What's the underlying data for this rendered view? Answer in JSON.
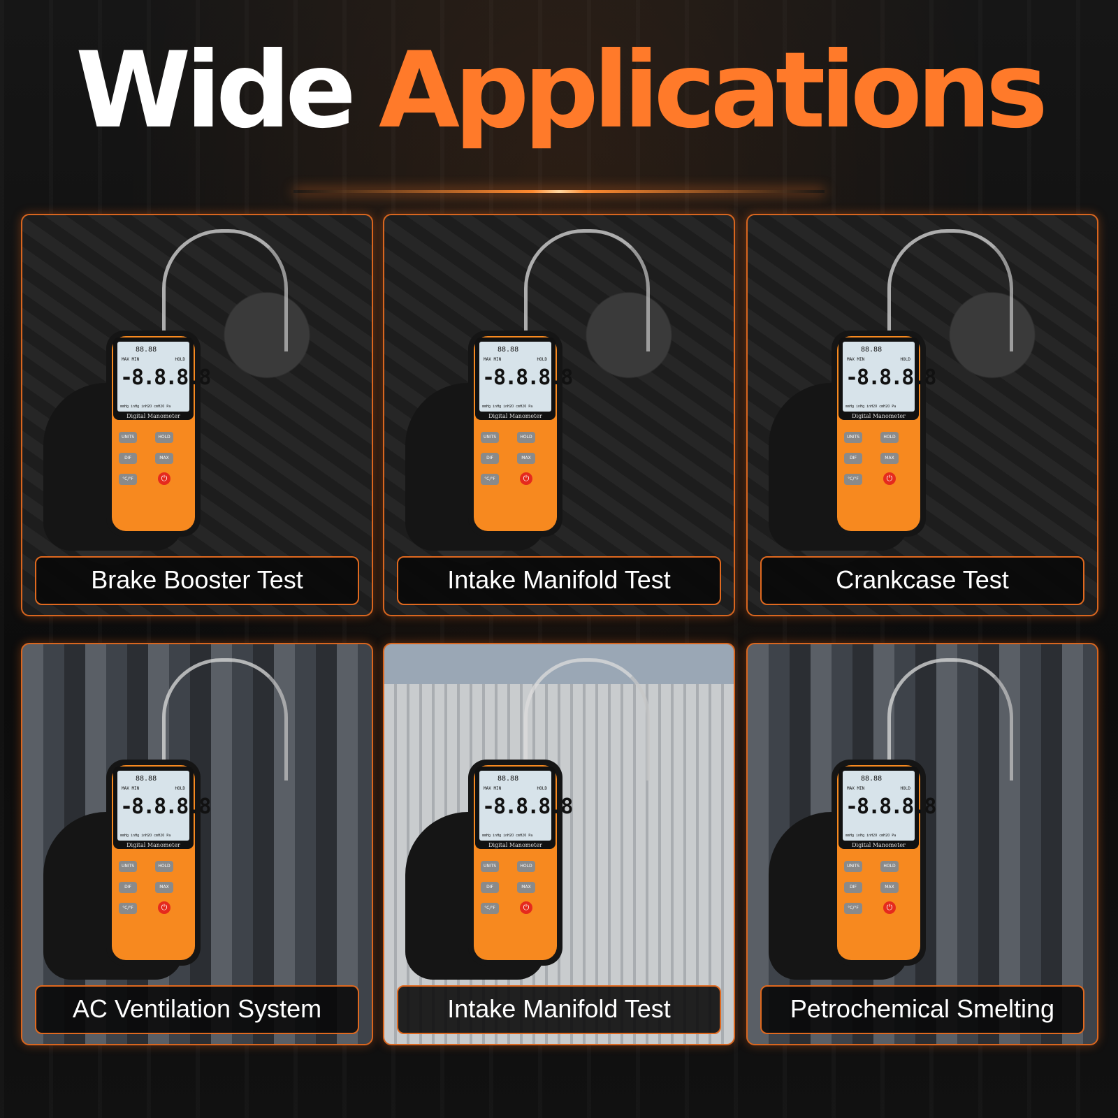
{
  "title": {
    "word1": "Wide",
    "word2": "Applications"
  },
  "device": {
    "lcd_small": "88.88",
    "lcd_tags": "MAX  MIN",
    "lcd_hold": "HOLD",
    "lcd_big": "-8.8.8.8",
    "lcd_units": "mmHg inHg inH2O cmH2O Pa",
    "brand": "Digital Manometer",
    "keys": [
      "UNITS",
      "HOLD",
      "DIF",
      "MAX",
      "°C/°F"
    ]
  },
  "panels": [
    {
      "label": "Brake Booster Test"
    },
    {
      "label": "Intake Manifold Test"
    },
    {
      "label": "Crankcase Test"
    },
    {
      "label": "AC Ventilation System"
    },
    {
      "label": "Intake Manifold Test"
    },
    {
      "label": "Petrochemical Smelting"
    }
  ],
  "colors": {
    "accent": "#ff7a2a",
    "border": "#d9661f",
    "device": "#f7891f",
    "power": "#e52a1d"
  }
}
